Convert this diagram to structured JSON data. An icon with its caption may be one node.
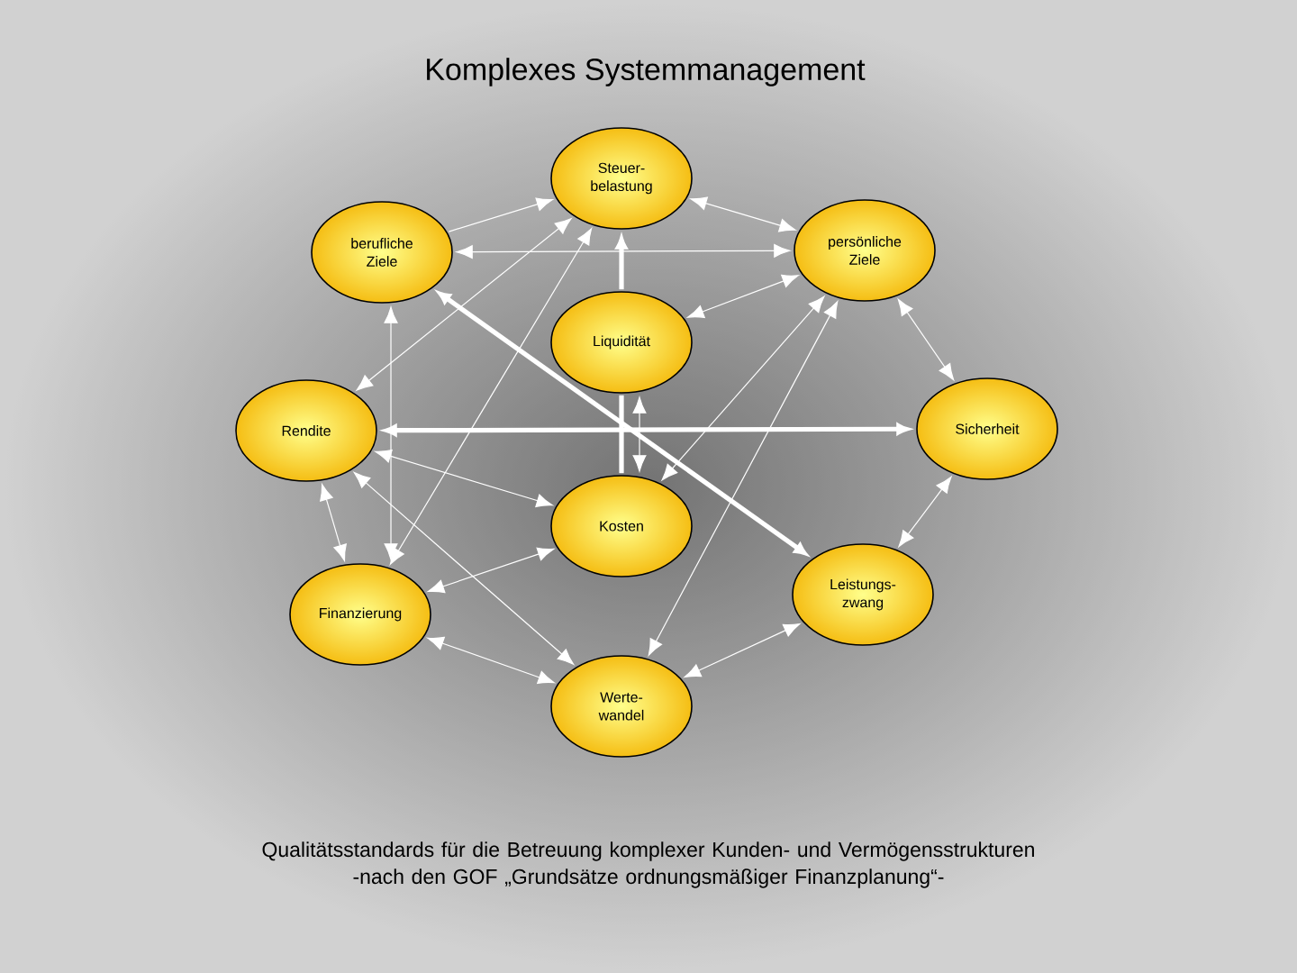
{
  "diagram": {
    "title": "Komplexes Systemmanagement",
    "caption": "Qualitätsstandards für die Betreuung komplexer Kunden- und Vermögensstrukturen -nach den GOF „Grundsätze ordnungsmäßiger Finanzplanung“-",
    "nodes": [
      {
        "text": [
          "Steuer- belastung"
        ]
      },
      {
        "text": [
          "berufliche Ziele"
        ]
      },
      {
        "text": [
          "persönliche Ziele"
        ]
      },
      {
        "text": [
          "Liquidität"
        ]
      },
      {
        "text": [
          "Rendite"
        ]
      },
      {
        "text": [
          "Sicherheit"
        ]
      },
      {
        "text": [
          "Kosten"
        ]
      },
      {
        "text": [
          "Finanzierung"
        ]
      },
      {
        "text": [
          "Leistungs- zwang"
        ]
      },
      {
        "text": [
          "Werte- wandel"
        ]
      }
    ],
    "edges": [
      {
        "from": 1,
        "to": 0,
        "arrow": "to"
      },
      {
        "from": 0,
        "to": 2,
        "arrow": "both"
      },
      {
        "from": 1,
        "to": 2,
        "arrow": "both"
      },
      {
        "from": 3,
        "to": 0,
        "arrow": "to",
        "style": "thick"
      },
      {
        "from": 3,
        "to": 2,
        "arrow": "both"
      },
      {
        "from": 0,
        "to": 4,
        "arrow": "both"
      },
      {
        "from": 0,
        "to": 7,
        "arrow": "both"
      },
      {
        "from": 1,
        "to": 8,
        "arrow": "both",
        "style": "thick"
      },
      {
        "from": 1,
        "to": 7,
        "arrow": "both"
      },
      {
        "from": 4,
        "to": 5,
        "arrow": "both",
        "style": "thick"
      },
      {
        "from": 3,
        "to": 6,
        "arrow": "none",
        "style": "thick"
      },
      {
        "from": 3,
        "to": 6,
        "arrow": "both"
      },
      {
        "from": 2,
        "to": 6,
        "arrow": "both"
      },
      {
        "from": 2,
        "to": 9,
        "arrow": "both"
      },
      {
        "from": 2,
        "to": 5,
        "arrow": "both"
      },
      {
        "from": 4,
        "to": 6,
        "arrow": "both"
      },
      {
        "from": 4,
        "to": 9,
        "arrow": "both"
      },
      {
        "from": 4,
        "to": 7,
        "arrow": "both"
      },
      {
        "from": 7,
        "to": 6,
        "arrow": "both"
      },
      {
        "from": 7,
        "to": 9,
        "arrow": "both"
      },
      {
        "from": 8,
        "to": 9,
        "arrow": "both"
      },
      {
        "from": 5,
        "to": 8,
        "arrow": "both"
      }
    ]
  }
}
